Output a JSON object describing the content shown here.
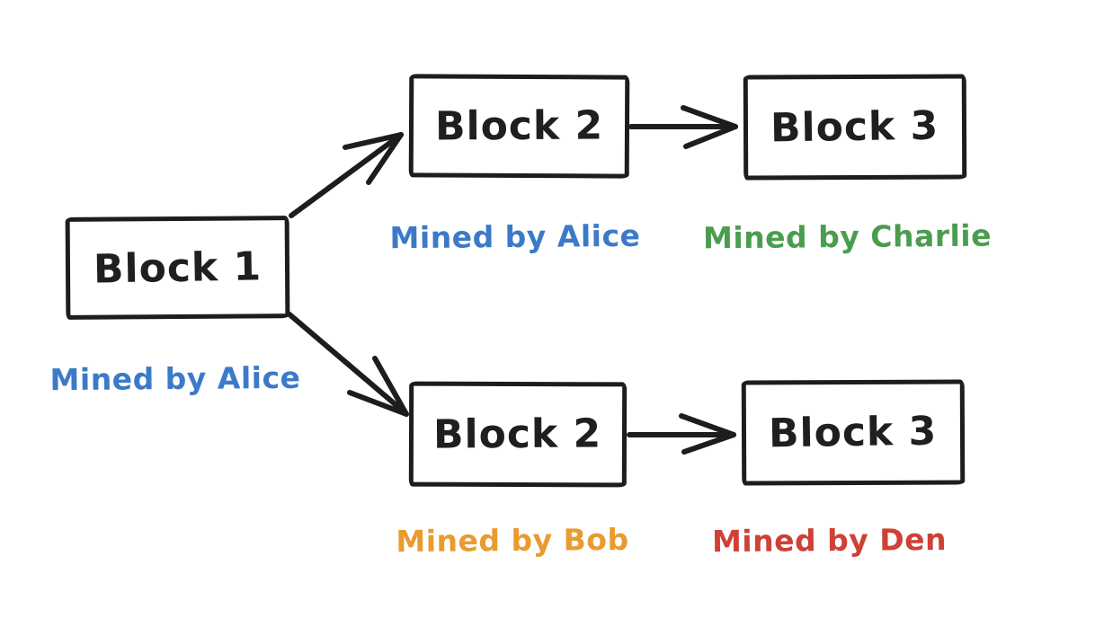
{
  "diagram": {
    "nodes": [
      {
        "id": "block-1",
        "label": "Block 1",
        "miner": "Mined by Alice",
        "miner_color": "#3c7ac8"
      },
      {
        "id": "block-2-top",
        "label": "Block 2",
        "miner": "Mined by Alice",
        "miner_color": "#3c7ac8"
      },
      {
        "id": "block-3-top",
        "label": "Block 3",
        "miner": "Mined by Charlie",
        "miner_color": "#4a9d4f"
      },
      {
        "id": "block-2-bottom",
        "label": "Block 2",
        "miner": "Mined by Bob",
        "miner_color": "#e99b30"
      },
      {
        "id": "block-3-bottom",
        "label": "Block 3",
        "miner": "Mined by Den",
        "miner_color": "#cf4037"
      }
    ],
    "edges": [
      {
        "from": "block-1",
        "to": "block-2-top"
      },
      {
        "from": "block-2-top",
        "to": "block-3-top"
      },
      {
        "from": "block-1",
        "to": "block-2-bottom"
      },
      {
        "from": "block-2-bottom",
        "to": "block-3-bottom"
      }
    ],
    "colors": {
      "background": "#ffffff",
      "outline": "#1d1d1d",
      "blue": "#3c7ac8",
      "green": "#4a9d4f",
      "orange": "#e99b30",
      "red": "#cf4037"
    }
  }
}
